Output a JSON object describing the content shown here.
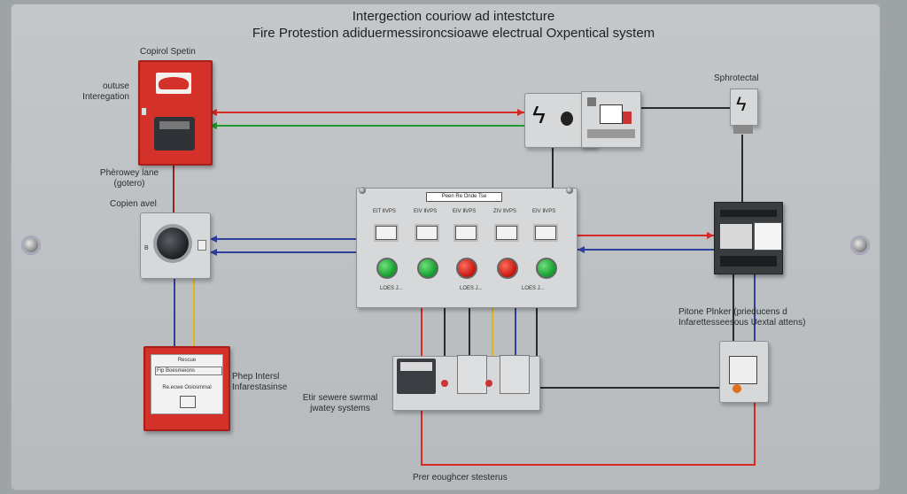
{
  "header": {
    "title_line1": "Intergection couriow ad intestcture",
    "title_line2": "Fire Protestion adiduermessironcsioawe electrual Oxpentical system"
  },
  "labels": {
    "control_system": "Copirol Spetin",
    "outside_integration": [
      "outuse",
      "Interegation"
    ],
    "phereway_lane": [
      "Phèrowey lane",
      "(gotero)"
    ],
    "copin_avel": "Copien avel",
    "main_panel_title": "Peen Re Onde Tse",
    "module_labels": [
      "EIT ⅡVPS",
      "EIV ⅡVPS",
      "EIV ⅡVPS",
      "ZIV ⅡVPS",
      "EIV ⅡVPS"
    ],
    "bottom_module_labels": [
      "LOES  J...",
      "LOES  J...",
      "LOES  J..."
    ],
    "sphrotectal": "Sphrotectal",
    "pitone_planker": [
      "Pitone Plnker (prieducens d",
      "Infarettesseesous  Uextal attens)"
    ],
    "phep_intersl": [
      "Phep Intersl",
      "Infarestasinse"
    ],
    "etir_sewere": [
      "Etir sewere swrmal",
      "jwatey systems"
    ],
    "bottom_caption": "Prer eoughcer stesterus",
    "red_panel_card": [
      "Rescue",
      "Fip Boesmeions",
      "Re.ecwe Ooiosmmal"
    ]
  },
  "colors": {
    "wire_red": "#d62a24",
    "wire_green": "#1f9a2e",
    "wire_blue": "#2f3f9c",
    "wire_yellow": "#e2b21a",
    "wire_black": "#2b2b2b",
    "panel_red": "#d4312b"
  },
  "icons": [
    "lightning-bolt-icon",
    "mounting-bolt-icon",
    "dial-knob-icon",
    "indicator-light-icon"
  ]
}
